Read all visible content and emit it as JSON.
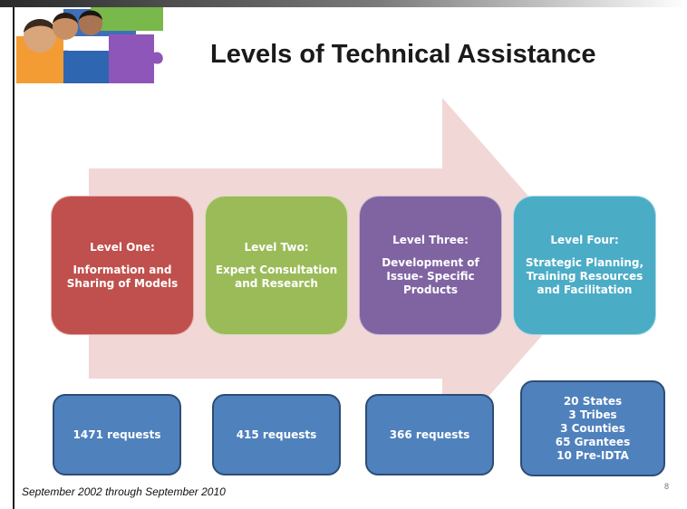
{
  "slide": {
    "title": "Levels of Technical Assistance",
    "footer": "September 2002 through September 2010",
    "page_number": "8"
  },
  "levels": [
    {
      "title": "Level One:",
      "description": "Information and Sharing of Models",
      "color": "#c0504d"
    },
    {
      "title": "Level Two:",
      "description": "Expert Consultation and Research",
      "color": "#9bbb59"
    },
    {
      "title": "Level Three:",
      "description": "Development of Issue- Specific Products",
      "color": "#8064a2"
    },
    {
      "title": "Level Four:",
      "description": "Strategic Planning, Training Resources and Facilitation",
      "color": "#4bacc6"
    }
  ],
  "requests": [
    {
      "label": "1471 requests"
    },
    {
      "label": "415 requests"
    },
    {
      "label": "366 requests"
    },
    {
      "lines": [
        "20 States",
        "3 Tribes",
        "3 Counties",
        "65 Grantees",
        "10 Pre-IDTA"
      ]
    }
  ],
  "colors": {
    "arrow": "#f2d7d7",
    "request_box": "#4f81bd",
    "request_border": "#2c4d75"
  }
}
